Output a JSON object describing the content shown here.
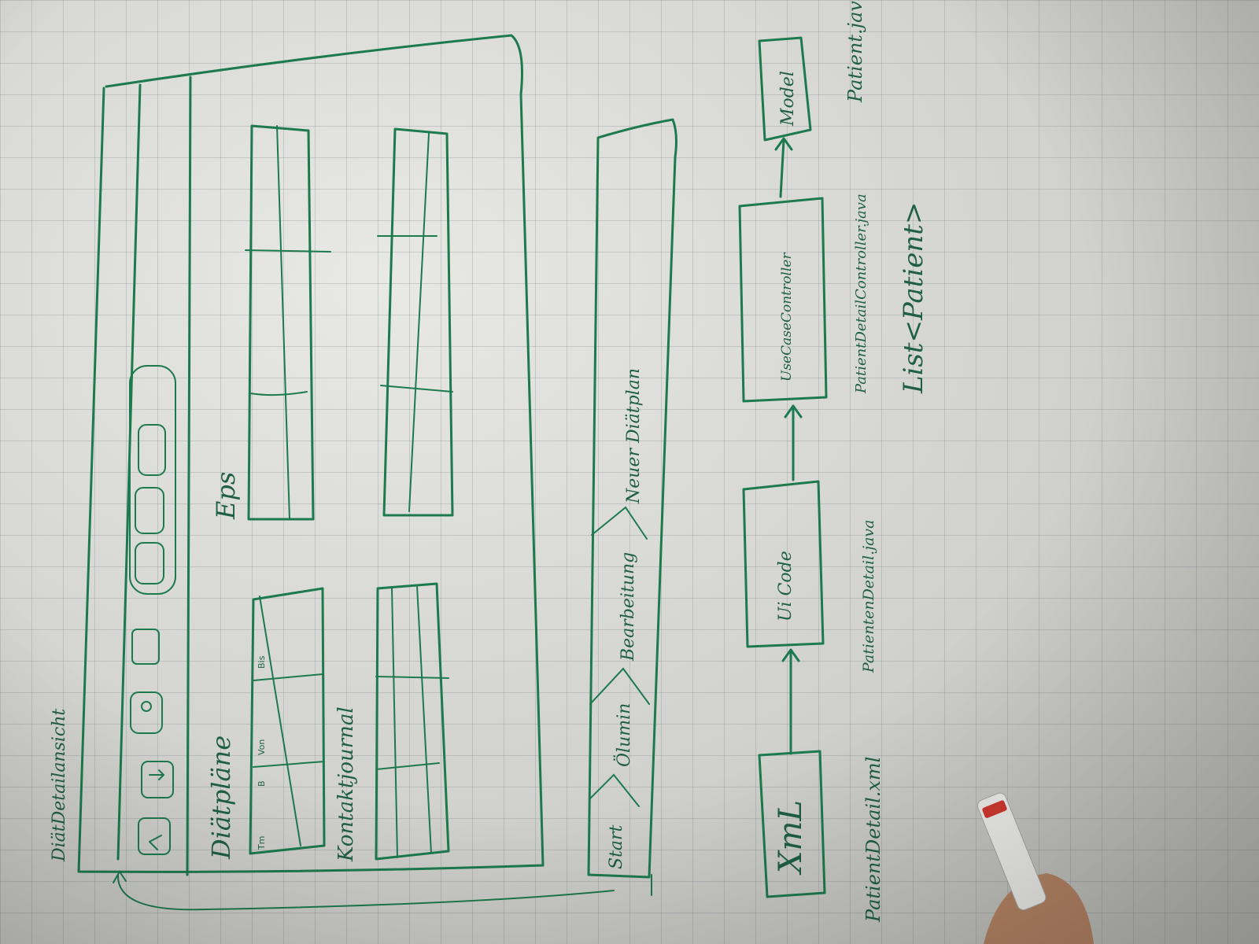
{
  "colors": {
    "ink": "#1d7a4f",
    "paper": "#dcdcd7",
    "grid": "#8a96a0",
    "marker_cap": "#d23a2f"
  },
  "mockup": {
    "frame_title": "DiätDetailansicht",
    "toolbar_icons": [
      "back-arrow-icon",
      "forward-arrow-icon",
      "user-icon",
      "document-icon"
    ],
    "sections": {
      "diaetplaene": "Diätpläne",
      "eps": "Eps",
      "kontaktjournal": "Kontaktjournal"
    },
    "table_headers": [
      "Tm",
      "B",
      "Von",
      "Bis"
    ]
  },
  "wizard": {
    "steps": [
      "Start",
      "Ölumin",
      "Bearbeitung",
      "Neuer Diätplan"
    ]
  },
  "architecture": {
    "xml_label": "XmL",
    "ui_code_label": "Ui Code",
    "controller_label": "UseCaseController",
    "model_label": "Model",
    "xml_file": "PatientDetail.xml",
    "ui_file": "PatientenDetail.java",
    "controller_file": "PatientDetailController.java",
    "model_file": "Patient.java",
    "list_note": "List<Patient>"
  }
}
